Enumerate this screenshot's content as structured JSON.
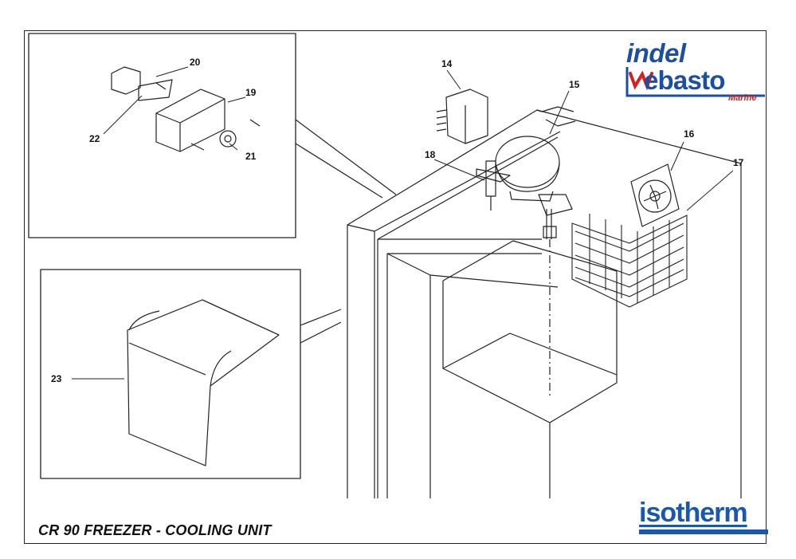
{
  "title": "CR 90 FREEZER - COOLING UNIT",
  "brand": {
    "indel_line1": "indel",
    "indel_line2": "ebasto",
    "indel_line3": "Marine",
    "isotherm": "isotherm",
    "primary_color": "#1a4fa3",
    "accent_color": "#d42020"
  },
  "callouts": {
    "c14": "14",
    "c15": "15",
    "c16": "16",
    "c17": "17",
    "c18": "18",
    "c19": "19",
    "c20": "20",
    "c21": "21",
    "c22": "22",
    "c23": "23"
  }
}
